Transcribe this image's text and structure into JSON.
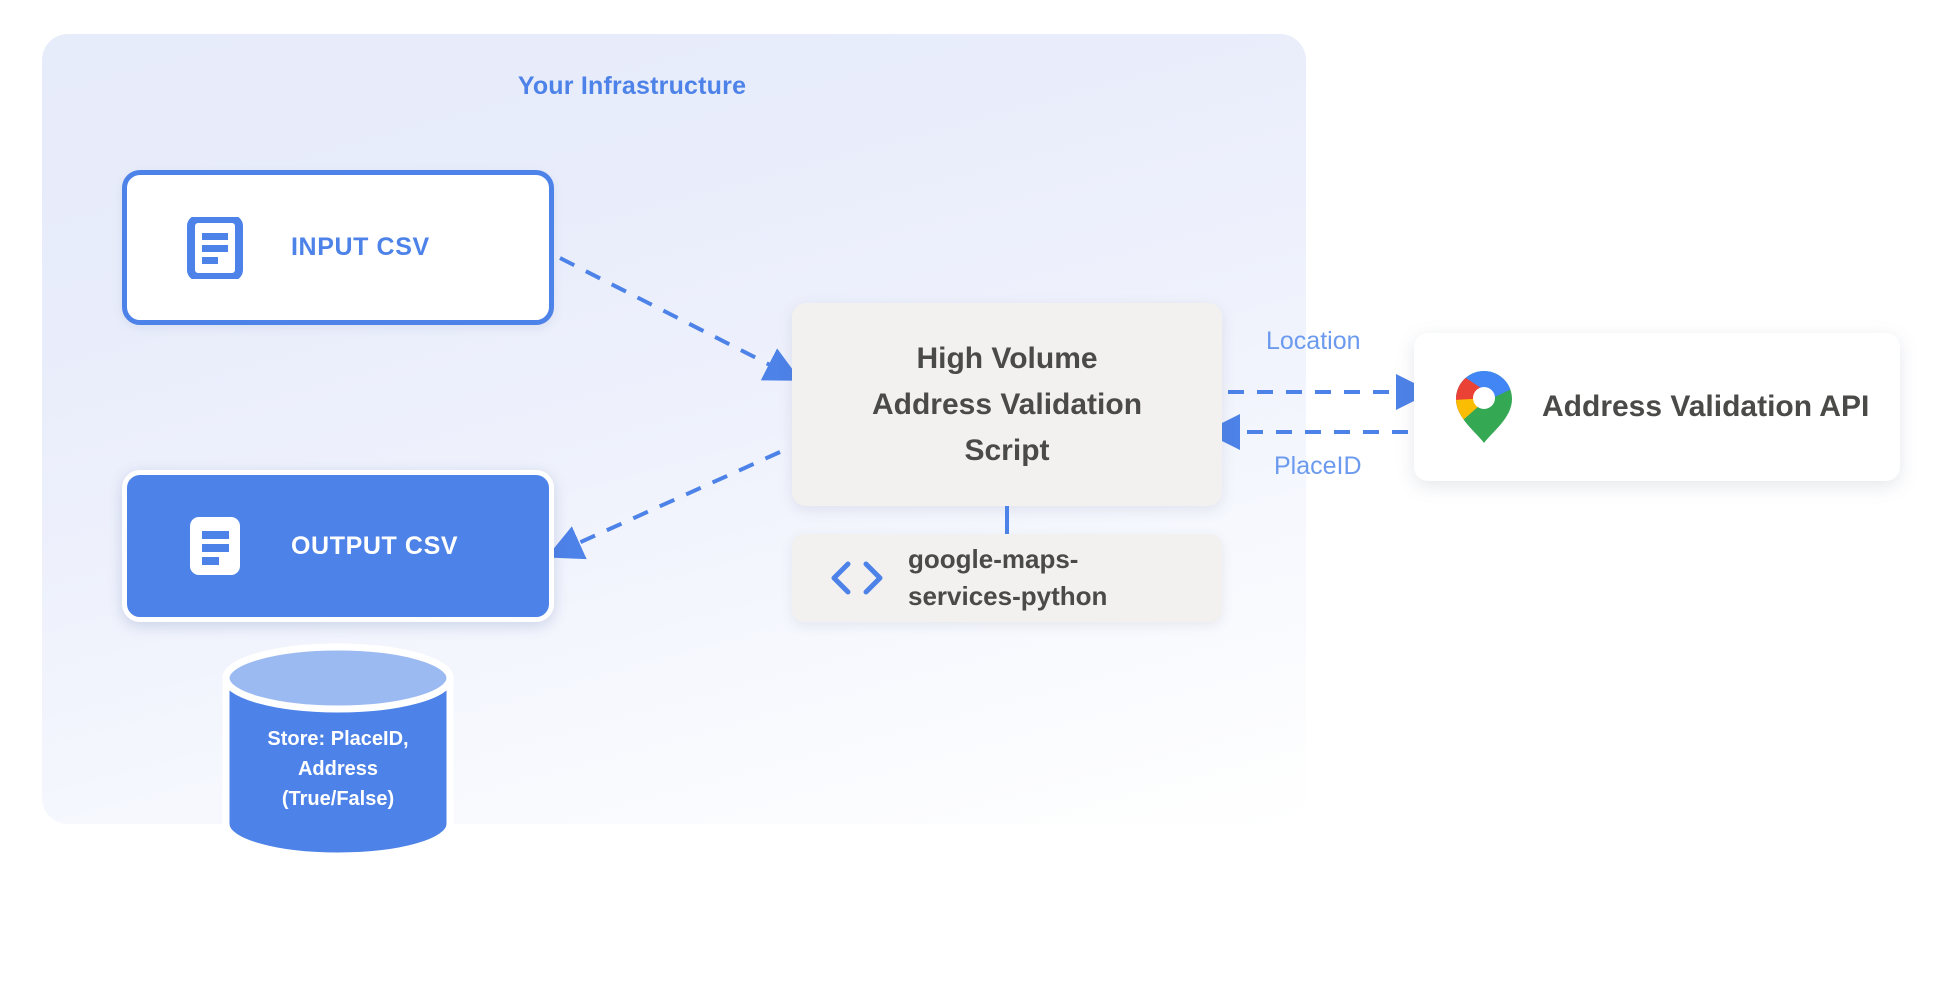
{
  "panel": {
    "title": "Your Infrastructure"
  },
  "nodes": {
    "input_csv": {
      "label": "INPUT CSV",
      "icon": "document-icon"
    },
    "output_csv": {
      "label": "OUTPUT CSV",
      "icon": "document-icon"
    },
    "script": {
      "line1": "High Volume",
      "line2": "Address Validation",
      "line3": "Script"
    },
    "library": {
      "line1": "google-maps-",
      "line2": "services-python",
      "icon": "code-brackets-icon"
    },
    "api": {
      "label": "Address Validation API",
      "icon": "google-maps-pin-icon"
    },
    "database": {
      "line1": "Store: PlaceID,",
      "line2": "Address",
      "line3": "(True/False)"
    }
  },
  "edges": {
    "location_label": "Location",
    "placeid_label": "PlaceID"
  },
  "colors": {
    "brand_blue": "#4d82e8",
    "light_blue_label": "#6b9aef",
    "panel_bg": "#e7ecfa",
    "box_grey": "#f2f1ef",
    "text_dark": "#4a4a48",
    "db_top": "#9cbaf2",
    "pin_blue": "#4285f4",
    "pin_red": "#ea4335",
    "pin_yellow": "#fbbc04",
    "pin_green": "#34a853"
  }
}
